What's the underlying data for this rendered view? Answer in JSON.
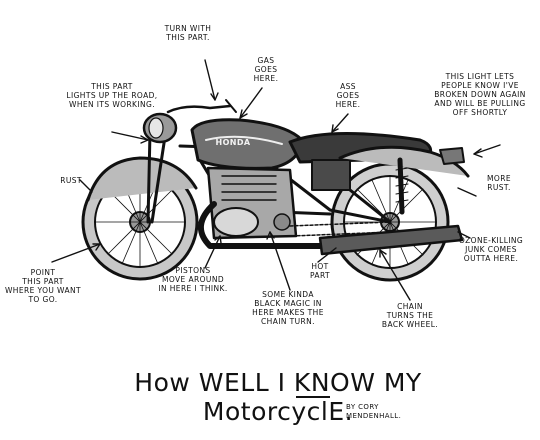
{
  "title": "How WELL I KNOW MY MotorcyclE.",
  "byline": "By Cory\nMendenhall.",
  "tank_brand": "HONDA",
  "annotations": {
    "turn": "Turn with\nthis part.",
    "gas": "Gas\ngoes\nhere.",
    "headlight": "This part\nlights up the road,\nwhen its working.",
    "ass": "Ass\ngoes\nhere.",
    "taillight": "This light lets\npeople know I've\nbroken down again\nand will be pulling\noff shortly",
    "rust_front": "Rust.",
    "more_rust": "More\nRust.",
    "point": "Point\nthis part\nwhere you want\nto go.",
    "pistons": "Pistons\nmove around\nin here I think.",
    "magic": "Some kinda\nblack magic in\nhere makes the\nchain turn.",
    "hot": "Hot\npart",
    "chain": "Chain\nturns the\nback wheel.",
    "ozone": "Ozone-killing\njunk comes\noutta here."
  }
}
